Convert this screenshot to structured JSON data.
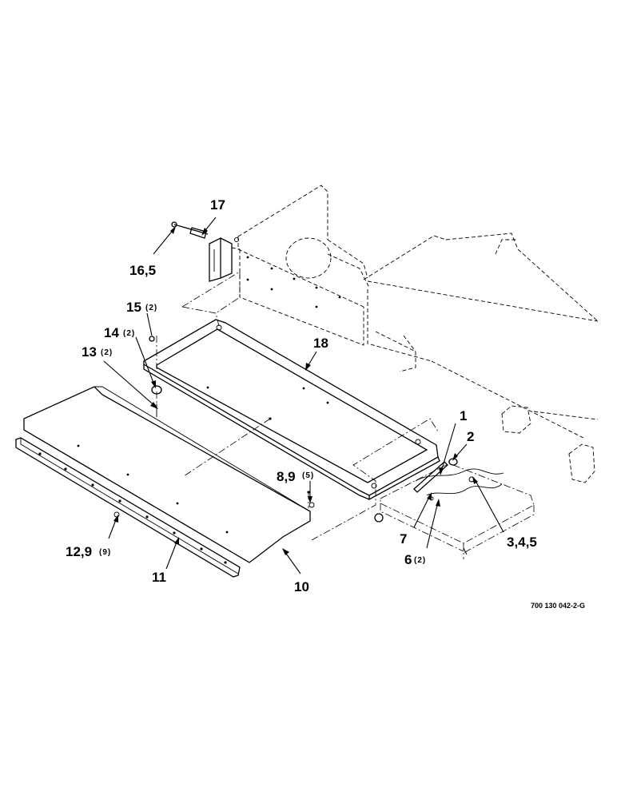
{
  "callouts": {
    "c1": "1",
    "c2": "2",
    "c3": "3,4,5",
    "c6": "6",
    "c6q": "(2)",
    "c7": "7",
    "c8": "8,9",
    "c8q": "(5)",
    "c10": "10",
    "c11": "11",
    "c12": "12,9",
    "c12q": "(9)",
    "c13": "13",
    "c13q": "(2)",
    "c14": "14",
    "c14q": "(2)",
    "c15": "15",
    "c15q": "(2)",
    "c16": "16,5",
    "c17": "17",
    "c18": "18"
  },
  "drawing_number": "700 130 042-2-G"
}
